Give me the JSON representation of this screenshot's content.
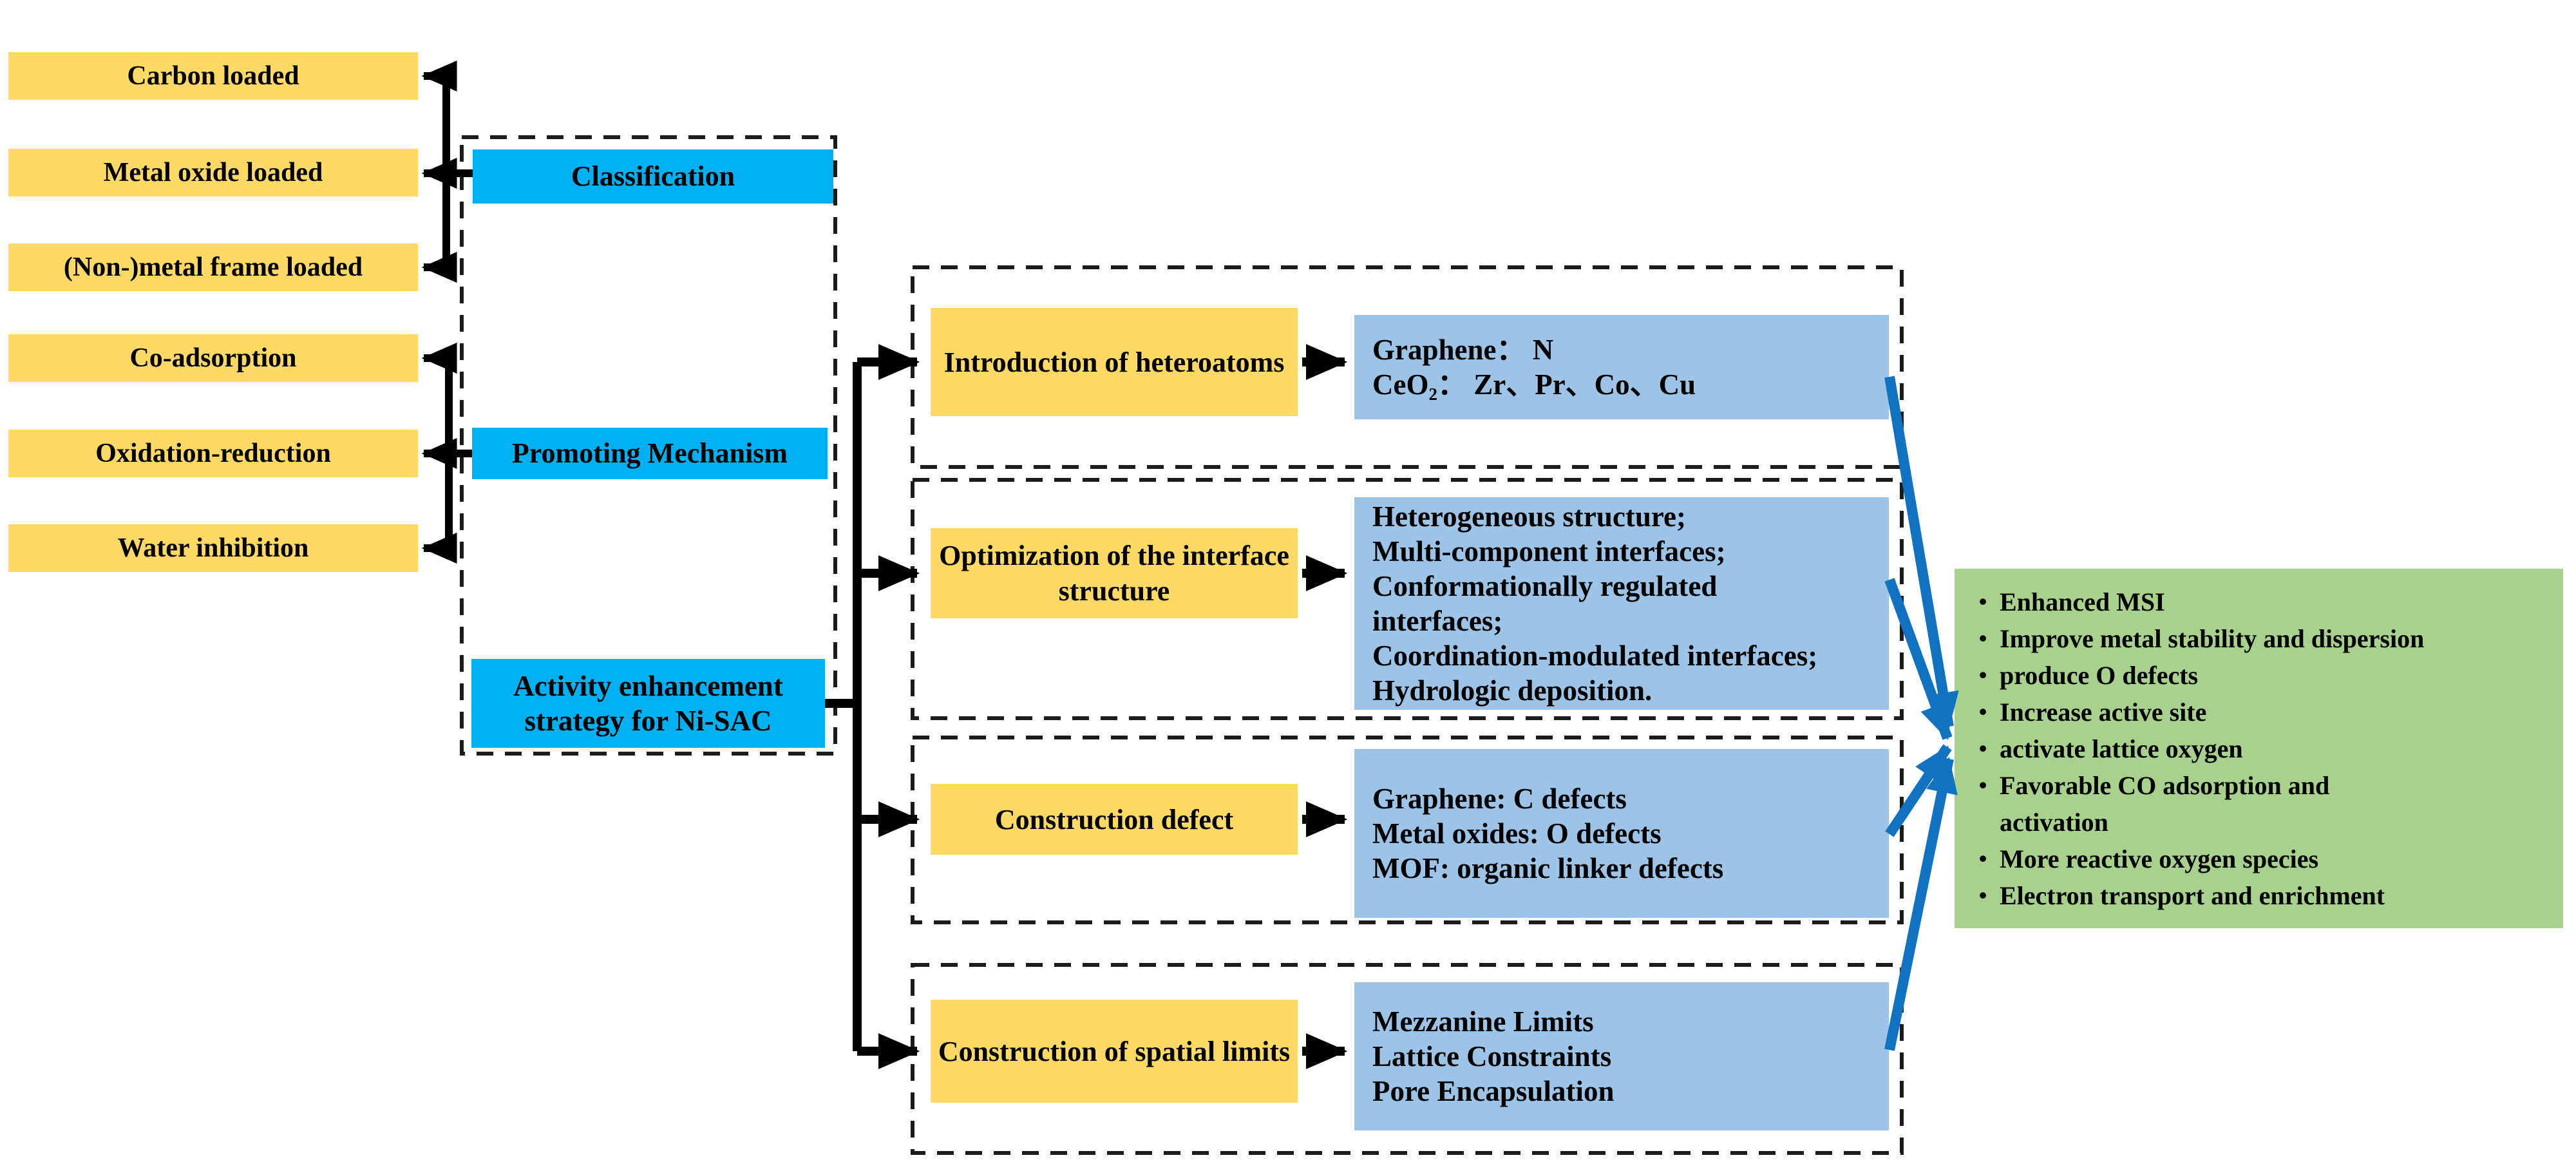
{
  "colors": {
    "yellow": "#FFD966",
    "cyan": "#00B0F0",
    "lightblue": "#9DC3E6",
    "green": "#A9D18E",
    "arrow_blue": "#1272C2",
    "black": "#000000"
  },
  "left_panel": {
    "classification": {
      "label": "Classification",
      "items": [
        "Carbon loaded",
        "Metal oxide loaded",
        "(Non-)metal frame loaded"
      ]
    },
    "promoting": {
      "label": "Promoting Mechanism",
      "items": [
        "Co-adsorption",
        "Oxidation-reduction",
        "Water inhibition"
      ]
    },
    "activity": {
      "label": "Activity enhancement strategy for Ni-SAC"
    }
  },
  "strategies": [
    {
      "name": "Introduction of heteroatoms",
      "details": [
        "Graphene： N",
        "CeO₂： Zr、Pr、Co、Cu"
      ]
    },
    {
      "name": "Optimization of the interface structure",
      "details": [
        "Heterogeneous structure;",
        "Multi-component interfaces;",
        "Conformationally regulated\ninterfaces;",
        "Coordination-modulated interfaces;",
        "Hydrologic deposition."
      ]
    },
    {
      "name": "Construction defect",
      "details": [
        "Graphene: C defects",
        "Metal oxides: O defects",
        "MOF: organic linker defects"
      ]
    },
    {
      "name": "Construction of spatial limits",
      "details": [
        "Mezzanine Limits",
        "Lattice Constraints",
        "Pore Encapsulation"
      ]
    }
  ],
  "green_panel": {
    "bullet": "•",
    "outcomes": [
      "Enhanced MSI",
      "Improve metal stability and dispersion",
      "produce O defects",
      "Increase active site",
      "activate lattice oxygen",
      "Favorable CO adsorption and\nactivation",
      "More reactive oxygen species",
      "Electron transport and enrichment"
    ]
  }
}
